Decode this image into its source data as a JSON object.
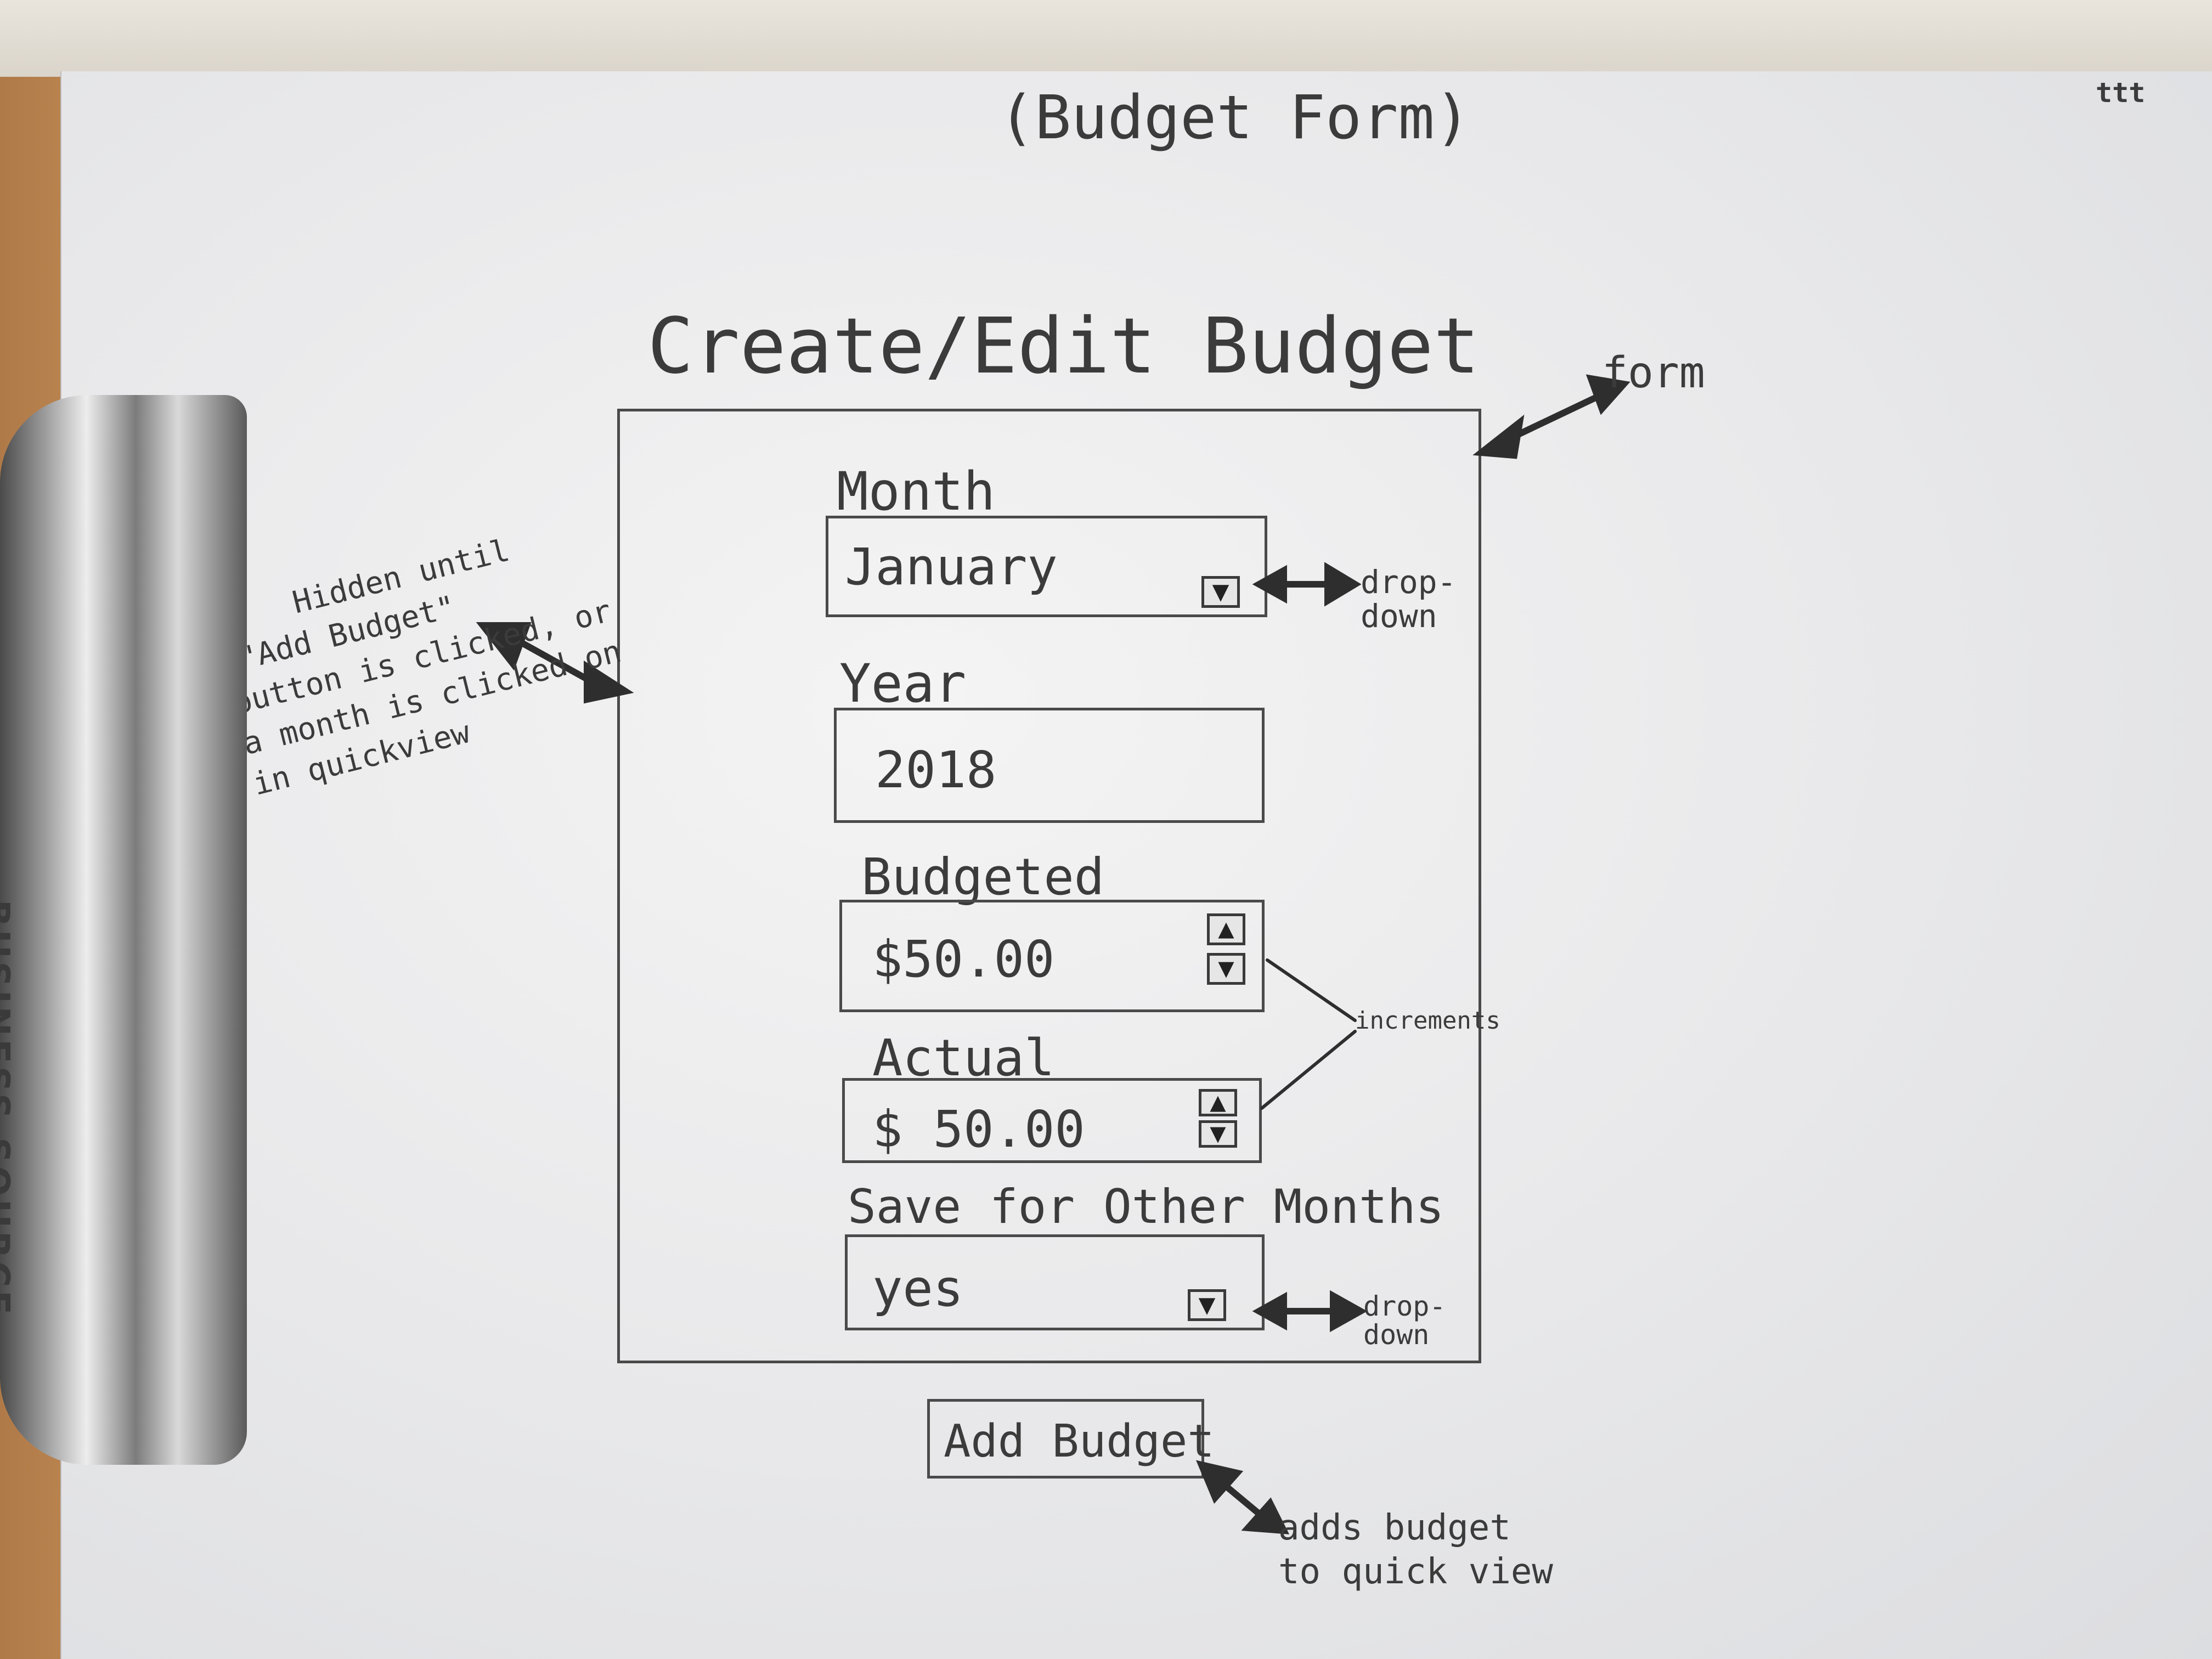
{
  "page_title": "(Budget Form)",
  "corner_mark": "ttt",
  "form": {
    "heading": "Create/Edit Budget",
    "month": {
      "label": "Month",
      "value": "January"
    },
    "year": {
      "label": "Year",
      "value": "2018"
    },
    "budgeted": {
      "label": "Budgeted",
      "value": "$50.00"
    },
    "actual": {
      "label": "Actual",
      "value": "$ 50.00"
    },
    "save_other": {
      "label": "Save for Other Months",
      "value": "yes"
    },
    "submit_label": "Add Budget"
  },
  "annotations": {
    "form": "form",
    "dropdown_1": [
      "drop-",
      "down"
    ],
    "dropdown_2": [
      "drop-",
      "down"
    ],
    "increments": "increments",
    "hidden_note": [
      "Hidden until",
      "\"Add Budget\"",
      "button is clicked, or",
      "a month is clicked on",
      "in quickview"
    ],
    "adds_note": [
      "adds budget",
      "to quick view"
    ]
  },
  "clipboard_brand": "BUSINESS SOURCE",
  "icons": {
    "dropdown": "arrow-down-icon",
    "increment": "arrow-up-icon",
    "decrement": "arrow-down-icon"
  }
}
